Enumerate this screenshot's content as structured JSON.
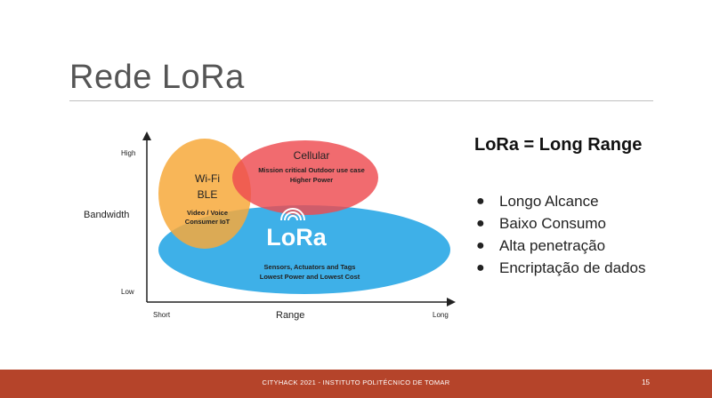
{
  "slide": {
    "title": "Rede LoRa",
    "heading": "LoRa = Long Range",
    "bullets": [
      "Longo Alcance",
      "Baixo Consumo",
      "Alta penetração",
      "Encriptação de dados"
    ],
    "bullet_symbol": "●"
  },
  "diagram": {
    "y_axis_label": "Bandwidth",
    "y_high": "High",
    "y_low": "Low",
    "x_axis_label": "Range",
    "x_short": "Short",
    "x_long": "Long",
    "wifi": {
      "line1": "Wi-Fi",
      "line2": "BLE",
      "line3": "Video / Voice",
      "line4": "Consumer IoT"
    },
    "cellular": {
      "title": "Cellular",
      "line1": "Mission critical Outdoor use case",
      "line2": "Higher Power"
    },
    "lora": {
      "logo": "LoRa",
      "line1": "Sensors, Actuators and Tags",
      "line2": "Lowest Power and Lowest Cost"
    },
    "colors": {
      "wifi": "#f7a93b",
      "cellular": "#ee4b4f",
      "lora": "#2ea9e6"
    }
  },
  "footer": {
    "text": "CITYHACK 2021 - INSTITUTO POLITÉCNICO DE TOMAR",
    "page": "15"
  }
}
